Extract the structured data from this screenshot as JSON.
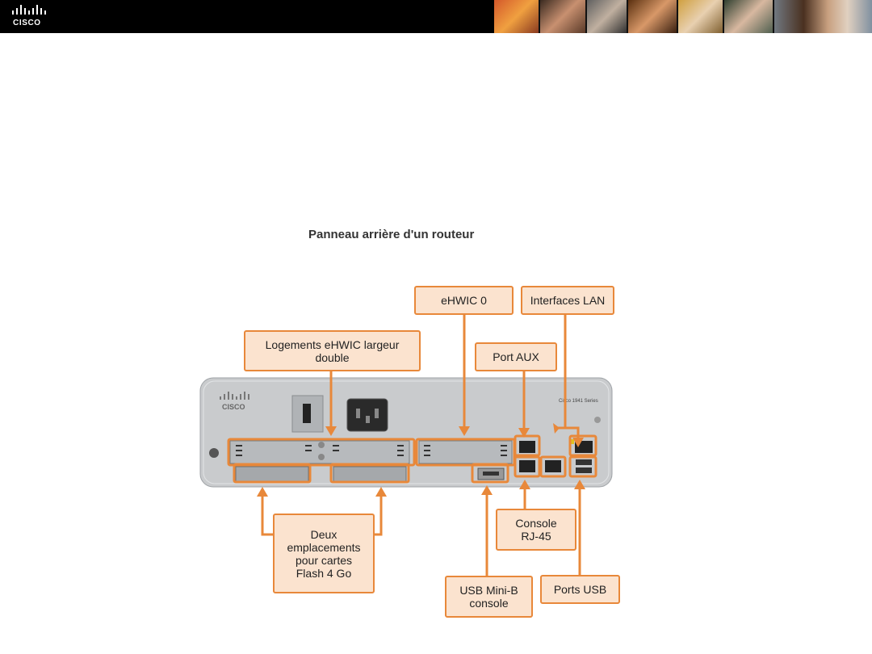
{
  "header": {
    "logo_text": "CISCO",
    "photos": [
      "photo-1",
      "photo-2",
      "photo-3",
      "photo-4",
      "photo-5",
      "photo-6",
      "photo-7"
    ]
  },
  "title": "Panneau arrière d'un routeur",
  "callouts": {
    "ehwic0": "eHWIC 0",
    "lan": "Interfaces LAN",
    "double": "Logements eHWIC largeur double",
    "aux": "Port AUX",
    "flash": "Deux emplacements pour cartes Flash 4 Go",
    "console": "Console RJ-45",
    "usb_mini": "USB Mini-B console",
    "usb_ports": "Ports USB"
  },
  "router": {
    "logo_text": "CISCO",
    "model_text": "Cisco 1941 Series"
  },
  "colors": {
    "accent": "#e8883a",
    "callout_fill": "#fbe3cf",
    "chassis": "#c9cbcd"
  }
}
